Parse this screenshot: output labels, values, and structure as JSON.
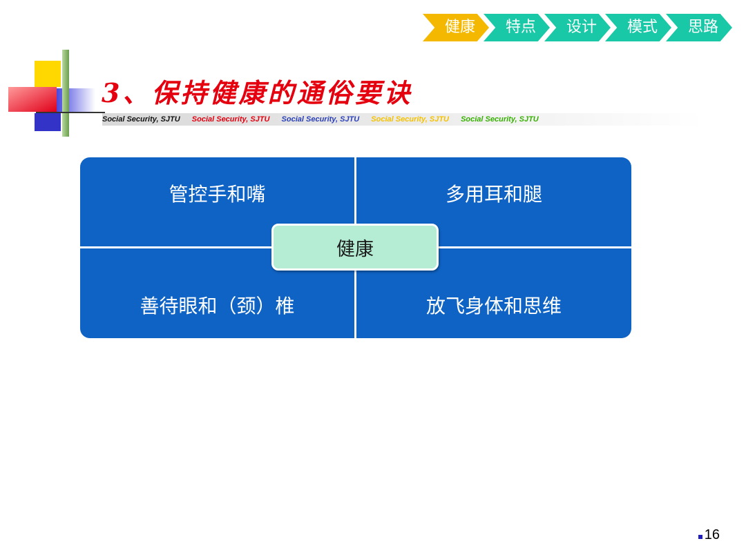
{
  "nav": {
    "items": [
      {
        "label": "健康",
        "color": "#f5b800"
      },
      {
        "label": "特点",
        "color": "#19c8a6"
      },
      {
        "label": "设计",
        "color": "#19c8a6"
      },
      {
        "label": "模式",
        "color": "#19c8a6"
      },
      {
        "label": "思路",
        "color": "#19c8a6"
      }
    ]
  },
  "header": {
    "title": "3、保持健康的通俗要诀",
    "tagline": [
      {
        "text": "Social Security, SJTU",
        "color": "#111111"
      },
      {
        "text": "Social Security, SJTU",
        "color": "#e4000f"
      },
      {
        "text": "Social Security, SJTU",
        "color": "#2a3fb8"
      },
      {
        "text": "Social Security, SJTU",
        "color": "#f5c200"
      },
      {
        "text": "Social Security, SJTU",
        "color": "#36b000"
      }
    ]
  },
  "matrix": {
    "top_left": "管控手和嘴",
    "top_right": "多用耳和腿",
    "bottom_left": "善待眼和（颈）椎",
    "bottom_right": "放飞身体和思维",
    "center": "健康"
  },
  "footer": {
    "page_number": "16"
  }
}
